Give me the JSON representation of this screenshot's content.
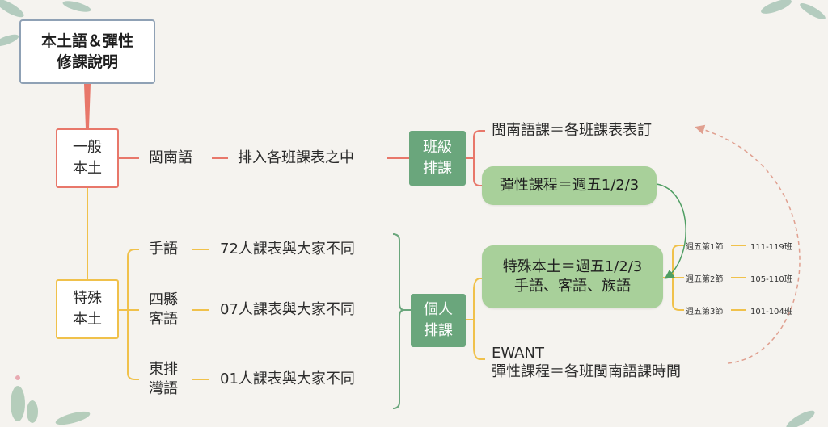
{
  "title": {
    "line1": "本土語＆彈性",
    "line2": "修課說明"
  },
  "general": {
    "label_line1": "一般",
    "label_line2": "本土",
    "language": "閩南語",
    "arrangement": "排入各班課表之中",
    "scheduling_line1": "班級",
    "scheduling_line2": "排課",
    "outcome_top": "閩南語課＝各班課表表訂",
    "outcome_bottom": "彈性課程＝週五1/2/3"
  },
  "special": {
    "label_line1": "特殊",
    "label_line2": "本土",
    "items": [
      {
        "name": "手語",
        "note": "72人課表與大家不同"
      },
      {
        "name_line1": "四縣",
        "name_line2": "客語",
        "note": "07人課表與大家不同"
      },
      {
        "name_line1": "東排",
        "name_line2": "灣語",
        "note": "01人課表與大家不同"
      }
    ],
    "scheduling_line1": "個人",
    "scheduling_line2": "排課",
    "outcome_line1": "特殊本土＝週五1/2/3",
    "outcome_line2": "手語、客語、族語",
    "ewant_line1": "EWANT",
    "ewant_line2": "彈性課程＝各班閩南語課時間"
  },
  "periods": [
    {
      "period": "週五第1節",
      "classes": "111-119班"
    },
    {
      "period": "週五第2節",
      "classes": "105-110班"
    },
    {
      "period": "週五第3節",
      "classes": "101-104班"
    }
  ],
  "colors": {
    "background": "#f5f3ef",
    "general_accent": "#e8776a",
    "special_accent": "#f0c14b",
    "green": "#6aa67c",
    "light_green": "#a8d09a"
  }
}
